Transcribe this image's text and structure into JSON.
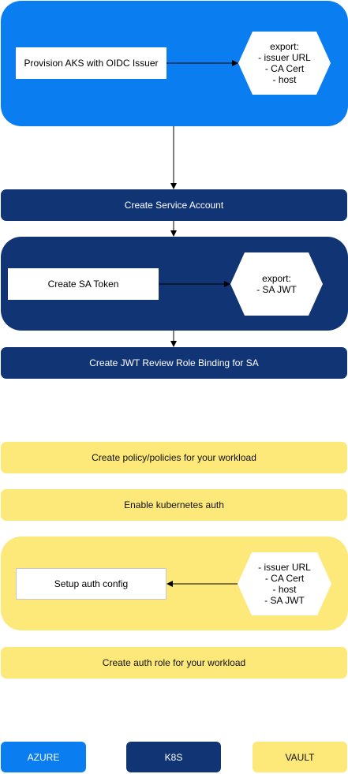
{
  "azure_block": {
    "provision_label": "Provision AKS with OIDC Issuer",
    "export_lines": [
      "export:",
      "- issuer URL",
      "- CA Cert",
      "- host"
    ]
  },
  "k8s_steps": {
    "create_sa": "Create Service Account",
    "sa_token": "Create SA Token",
    "sa_export_lines": [
      "export:",
      "- SA JWT"
    ],
    "jwt_binding": "Create JWT Review Role Binding for SA"
  },
  "vault_steps": {
    "policies": "Create policy/policies for your workload",
    "enable_auth": "Enable kubernetes auth",
    "setup_auth": "Setup auth config",
    "auth_inputs": [
      "- issuer URL",
      "- CA Cert",
      "- host",
      "- SA JWT"
    ],
    "auth_role": "Create auth role for your workload"
  },
  "legend": {
    "azure": "AZURE",
    "k8s": "K8S",
    "vault": "VAULT"
  },
  "colors": {
    "azure": "#0a7ef0",
    "k8s": "#103474",
    "vault": "#fde87a"
  }
}
